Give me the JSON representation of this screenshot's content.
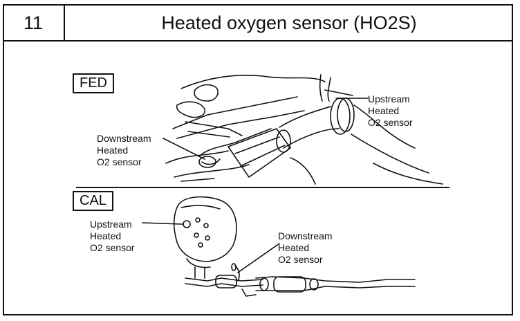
{
  "header": {
    "number": "11",
    "title": "Heated oxygen sensor (HO2S)"
  },
  "sections": {
    "fed": {
      "tag": "FED",
      "upstream_label": "Upstream\nHeated\nO2 sensor",
      "downstream_label": "Downstream\nHeated\nO2 sensor"
    },
    "cal": {
      "tag": "CAL",
      "upstream_label": "Upstream\nHeated\nO2 sensor",
      "downstream_label": "Downstream\nHeated\nO2 sensor"
    }
  }
}
